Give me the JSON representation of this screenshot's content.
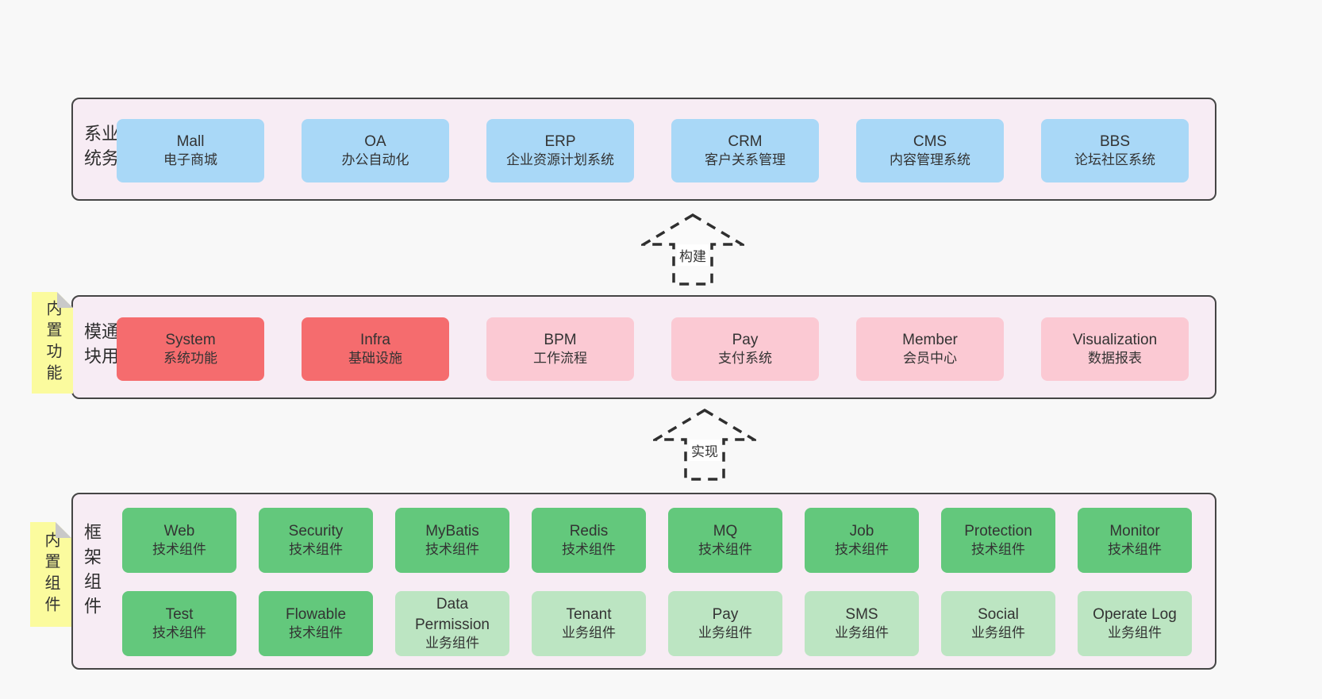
{
  "diagram": {
    "arrows": [
      {
        "label": "构建"
      },
      {
        "label": "实现"
      }
    ],
    "bands": [
      {
        "label": "业务系统",
        "boxes": [
          {
            "name": "Mall",
            "desc": "电子商城"
          },
          {
            "name": "OA",
            "desc": "办公自动化"
          },
          {
            "name": "ERP",
            "desc": "企业资源计划系统"
          },
          {
            "name": "CRM",
            "desc": "客户关系管理"
          },
          {
            "name": "CMS",
            "desc": "内容管理系统"
          },
          {
            "name": "BBS",
            "desc": "论坛社区系统"
          }
        ]
      },
      {
        "label": "通用模块",
        "sticky": "内置功能",
        "boxes": [
          {
            "name": "System",
            "desc": "系统功能"
          },
          {
            "name": "Infra",
            "desc": "基础设施"
          },
          {
            "name": "BPM",
            "desc": "工作流程"
          },
          {
            "name": "Pay",
            "desc": "支付系统"
          },
          {
            "name": "Member",
            "desc": "会员中心"
          },
          {
            "name": "Visualization",
            "desc": "数据报表"
          }
        ]
      },
      {
        "label": "框架组件",
        "sticky": "内置组件",
        "rows": [
          [
            {
              "name": "Web",
              "desc": "技术组件"
            },
            {
              "name": "Security",
              "desc": "技术组件"
            },
            {
              "name": "MyBatis",
              "desc": "技术组件"
            },
            {
              "name": "Redis",
              "desc": "技术组件"
            },
            {
              "name": "MQ",
              "desc": "技术组件"
            },
            {
              "name": "Job",
              "desc": "技术组件"
            },
            {
              "name": "Protection",
              "desc": "技术组件"
            },
            {
              "name": "Monitor",
              "desc": "技术组件"
            }
          ],
          [
            {
              "name": "Test",
              "desc": "技术组件"
            },
            {
              "name": "Flowable",
              "desc": "技术组件"
            },
            {
              "name": "Data Permission",
              "desc": "业务组件"
            },
            {
              "name": "Tenant",
              "desc": "业务组件"
            },
            {
              "name": "Pay",
              "desc": "业务组件"
            },
            {
              "name": "SMS",
              "desc": "业务组件"
            },
            {
              "name": "Social",
              "desc": "业务组件"
            },
            {
              "name": "Operate Log",
              "desc": "业务组件"
            }
          ]
        ]
      }
    ],
    "colors": {
      "page_bg": "#f8f8f8",
      "band_bg": "#f7ecf4",
      "band_border": "#454545",
      "blue_box": "#a9d8f7",
      "red_box": "#f56c6e",
      "pink_box": "#fbc9d3",
      "green_box": "#63c87c",
      "light_green_box": "#bce5c2",
      "sticky_yellow": "#fbfb9e",
      "text": "#333333"
    }
  }
}
